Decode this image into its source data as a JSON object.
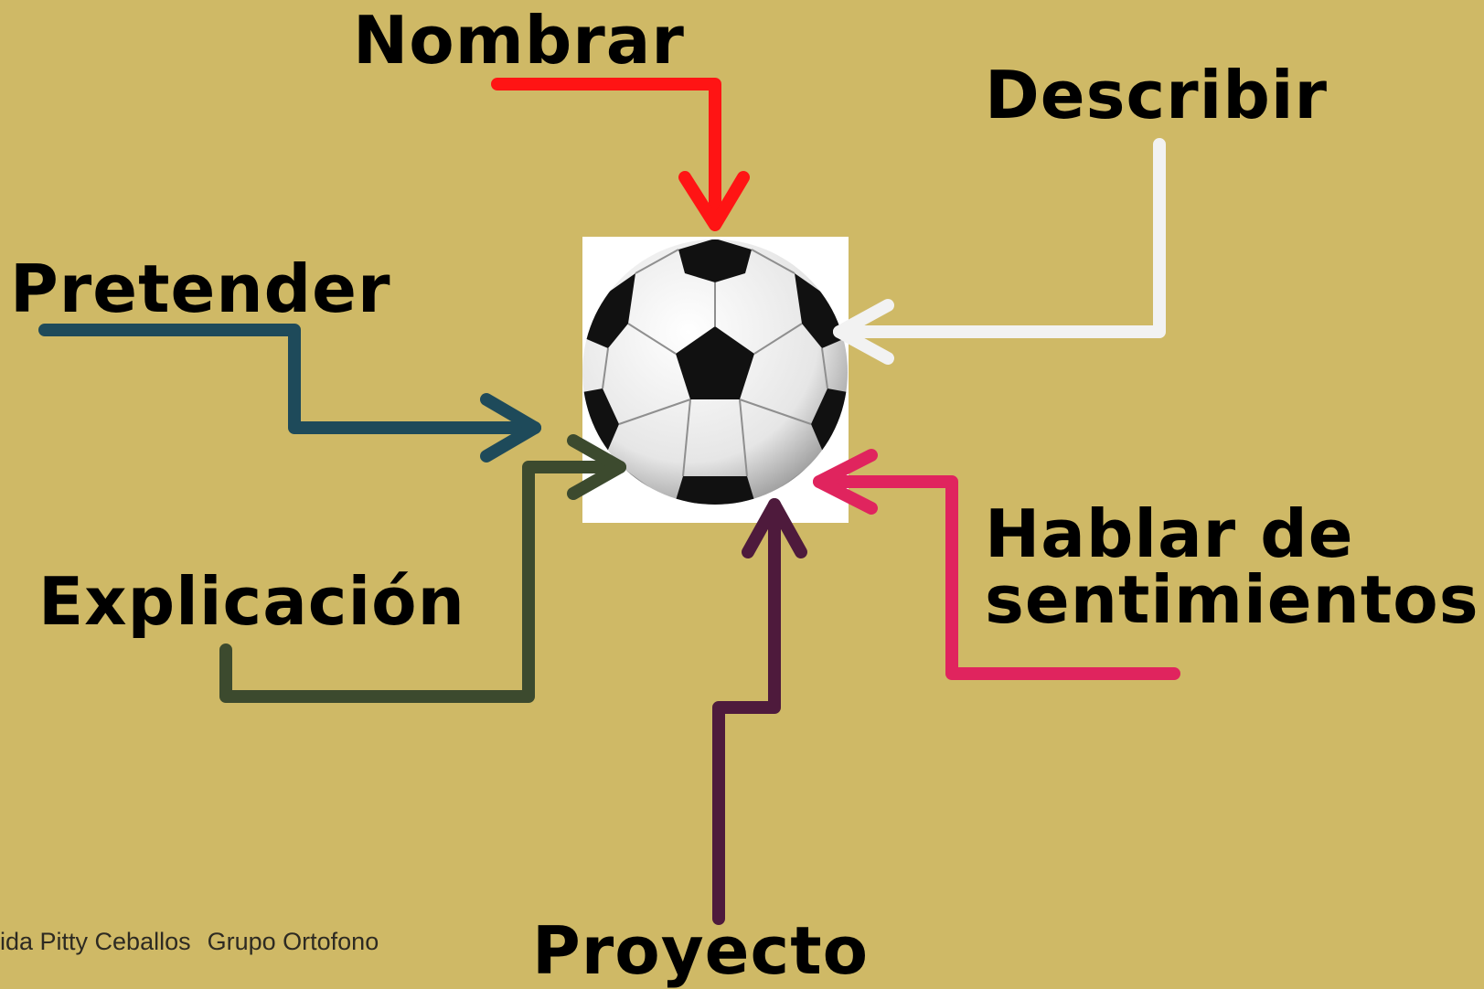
{
  "center": {
    "icon": "soccer-ball-icon"
  },
  "labels": {
    "nombrar": "Nombrar",
    "describir": "Describir",
    "pretender": "Pretender",
    "explicacion": "Explicación",
    "hablar_line1": "Hablar de",
    "hablar_line2": "sentimientos",
    "proyecto": "Proyecto"
  },
  "footer": {
    "author": "lida Pitty Ceballos",
    "group": "Grupo Ortofono"
  },
  "colors": {
    "background": "#cfb966",
    "nombrar_arrow": "#ff1414",
    "describir_arrow": "#f2f2f2",
    "pretender_arrow": "#1e4a5a",
    "explicacion_arrow": "#3c4a2e",
    "hablar_arrow": "#e0245e",
    "proyecto_arrow": "#4e1a3c"
  }
}
